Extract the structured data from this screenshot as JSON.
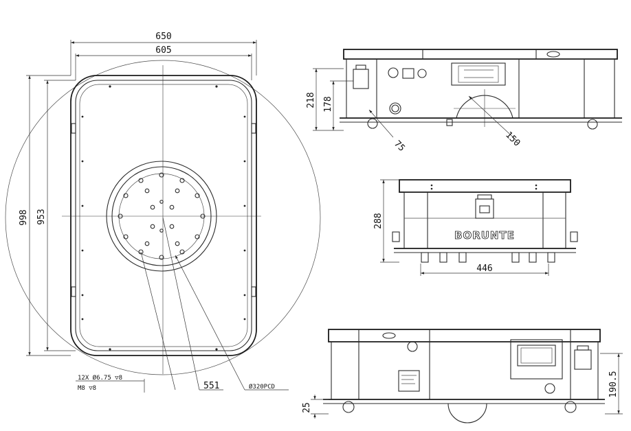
{
  "dimensions": {
    "top_width_outer": "650",
    "top_width_inner": "605",
    "top_height_outer": "998",
    "top_height_inner": "953",
    "side_height_total": "218",
    "side_height_body": "178",
    "wheel_radius": "75",
    "turn_radius": "150",
    "front_height": "288",
    "front_width": "446",
    "rear_clearance": "25",
    "rear_height": "190.5",
    "radius_551": "551",
    "pcd": "Ø320PCD"
  },
  "notes": {
    "holes_line1": "12X  Ø6.75 ▽8",
    "holes_line2": "M8 ▽8"
  },
  "brand": {
    "name": "BORUNTE"
  }
}
